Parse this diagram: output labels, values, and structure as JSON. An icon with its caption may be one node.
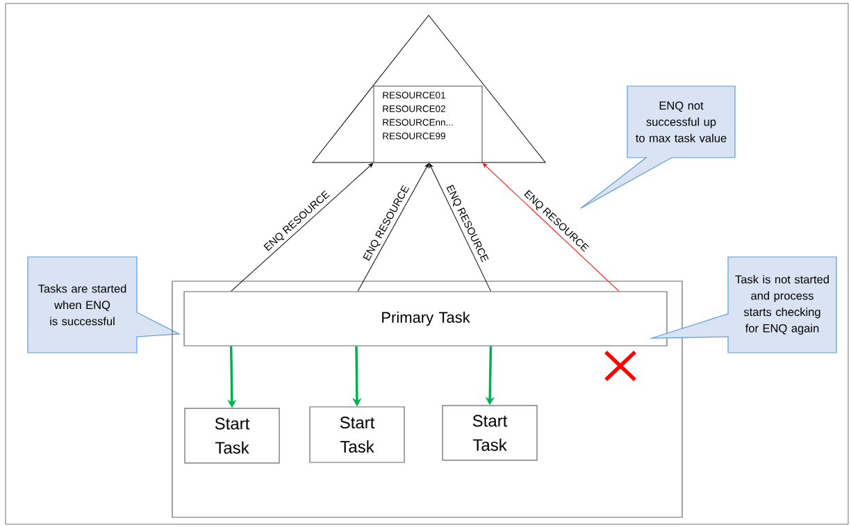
{
  "diagram": {
    "nodes": [
      {
        "text": [],
        "shape": "triangle"
      },
      {
        "text": [
          "RESOURCE01",
          "RESOURCE02",
          "RESOURCEnn...",
          "RESOURCE99"
        ],
        "in": 0
      },
      {
        "text": [
          "ENQ not successful up to max task value"
        ]
      },
      {
        "text": [
          "Tasks are started when ENQ is successful"
        ]
      },
      {
        "text": [],
        "shape": "box"
      },
      {
        "text": [
          "Primary Task"
        ],
        "in": 4
      },
      {
        "text": [
          "Task is not started and process starts checking for ENQ again"
        ]
      },
      {
        "text": [
          "Start Task"
        ],
        "in": 4
      },
      {
        "text": [
          "Start Task"
        ],
        "in": 4
      },
      {
        "text": [
          "Start Task"
        ],
        "in": 4
      }
    ],
    "edges": [
      {
        "from": 5,
        "to": 1,
        "arrow": "to",
        "label": "ENQ RESOURCE"
      },
      {
        "from": 5,
        "to": 1,
        "arrow": "to",
        "label": "ENQ RESOURCE"
      },
      {
        "from": 5,
        "to": 1,
        "arrow": "to",
        "label": "ENQ RESOURCE"
      },
      {
        "from": 5,
        "to": 1,
        "arrow": "to",
        "label": "ENQ RESOURCE",
        "color": "#ff0000"
      },
      {
        "from": 5,
        "to": 7,
        "arrow": "to",
        "style": "thick",
        "color": "#00b050"
      },
      {
        "from": 5,
        "to": 8,
        "arrow": "to",
        "style": "thick",
        "color": "#00b050"
      },
      {
        "from": 5,
        "to": 9,
        "arrow": "to",
        "style": "thick",
        "color": "#00b050"
      }
    ]
  }
}
